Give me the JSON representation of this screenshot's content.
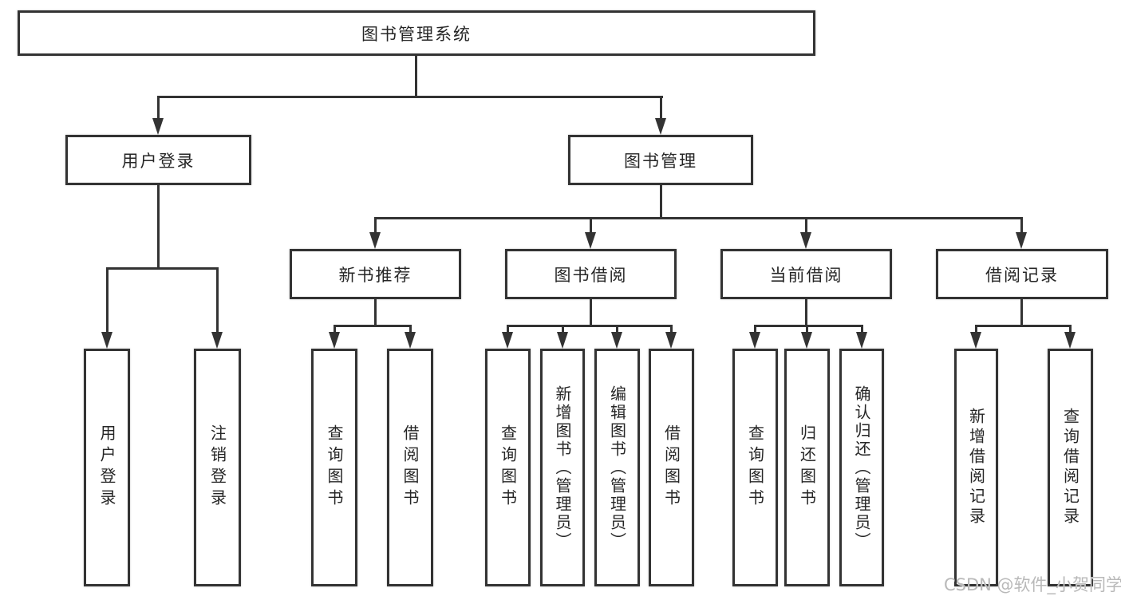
{
  "tree": {
    "root": "图书管理系统",
    "level2": [
      "用户登录",
      "图书管理"
    ],
    "level3": [
      "新书推荐",
      "图书借阅",
      "当前借阅",
      "借阅记录"
    ],
    "leaves": {
      "login": [
        "用户登录",
        "注销登录"
      ],
      "recommend": [
        "查询图书",
        "借阅图书"
      ],
      "borrow": [
        "查询图书",
        "新增图书（管理员）",
        "编辑图书（管理员）",
        "借阅图书"
      ],
      "current": [
        "查询图书",
        "归还图书",
        "确认归还（管理员）"
      ],
      "records": [
        "新增借阅记录",
        "查询借阅记录"
      ]
    }
  },
  "watermark": "CSDN @软件_小贺同学",
  "colors": {
    "line": "#333333",
    "text": "#262626",
    "background": "#ffffff",
    "watermark": "#b9b9b9"
  }
}
